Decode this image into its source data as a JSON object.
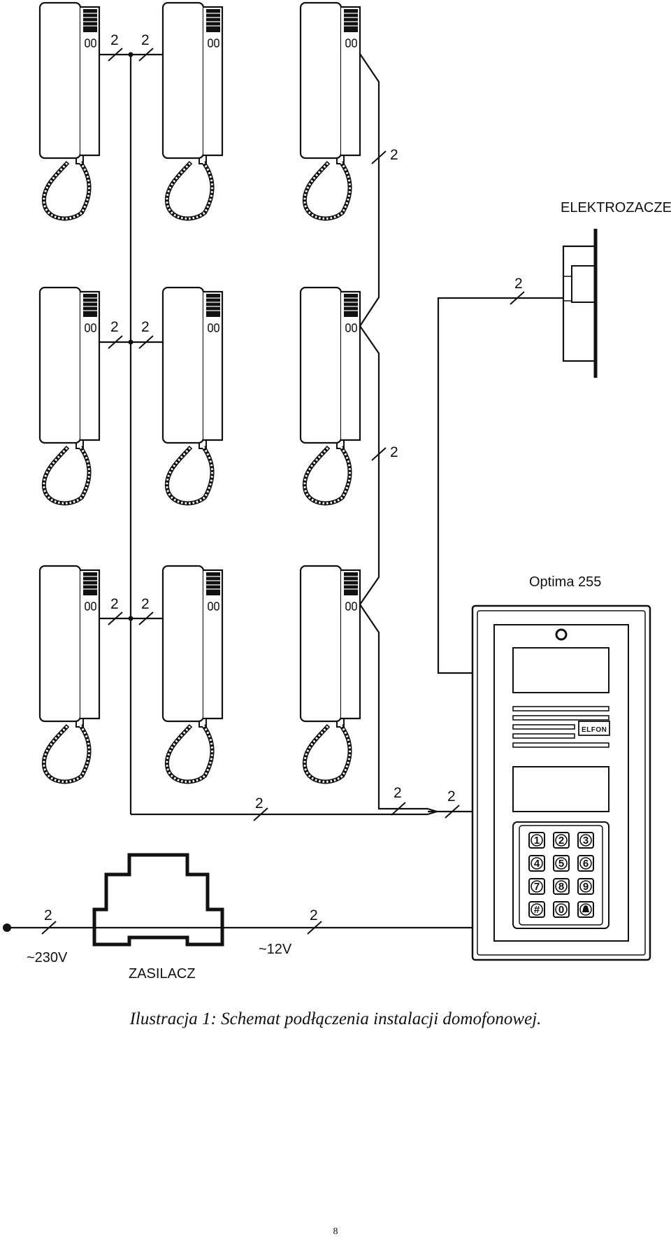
{
  "diagram": {
    "wire_count": "2",
    "lock_label": "ELEKTROZACZEP",
    "panel_label": "Optima 255",
    "brand": "ELFON",
    "psu_label": "ZASILACZ",
    "mains_label": "~230V",
    "low_voltage_label": "~12V",
    "keypad": [
      "1",
      "2",
      "3",
      "4",
      "5",
      "6",
      "7",
      "8",
      "9",
      "#",
      "0",
      "bell"
    ]
  },
  "caption": "Ilustracja 1: Schemat podłączenia instalacji domofonowej.",
  "page_number": "8"
}
